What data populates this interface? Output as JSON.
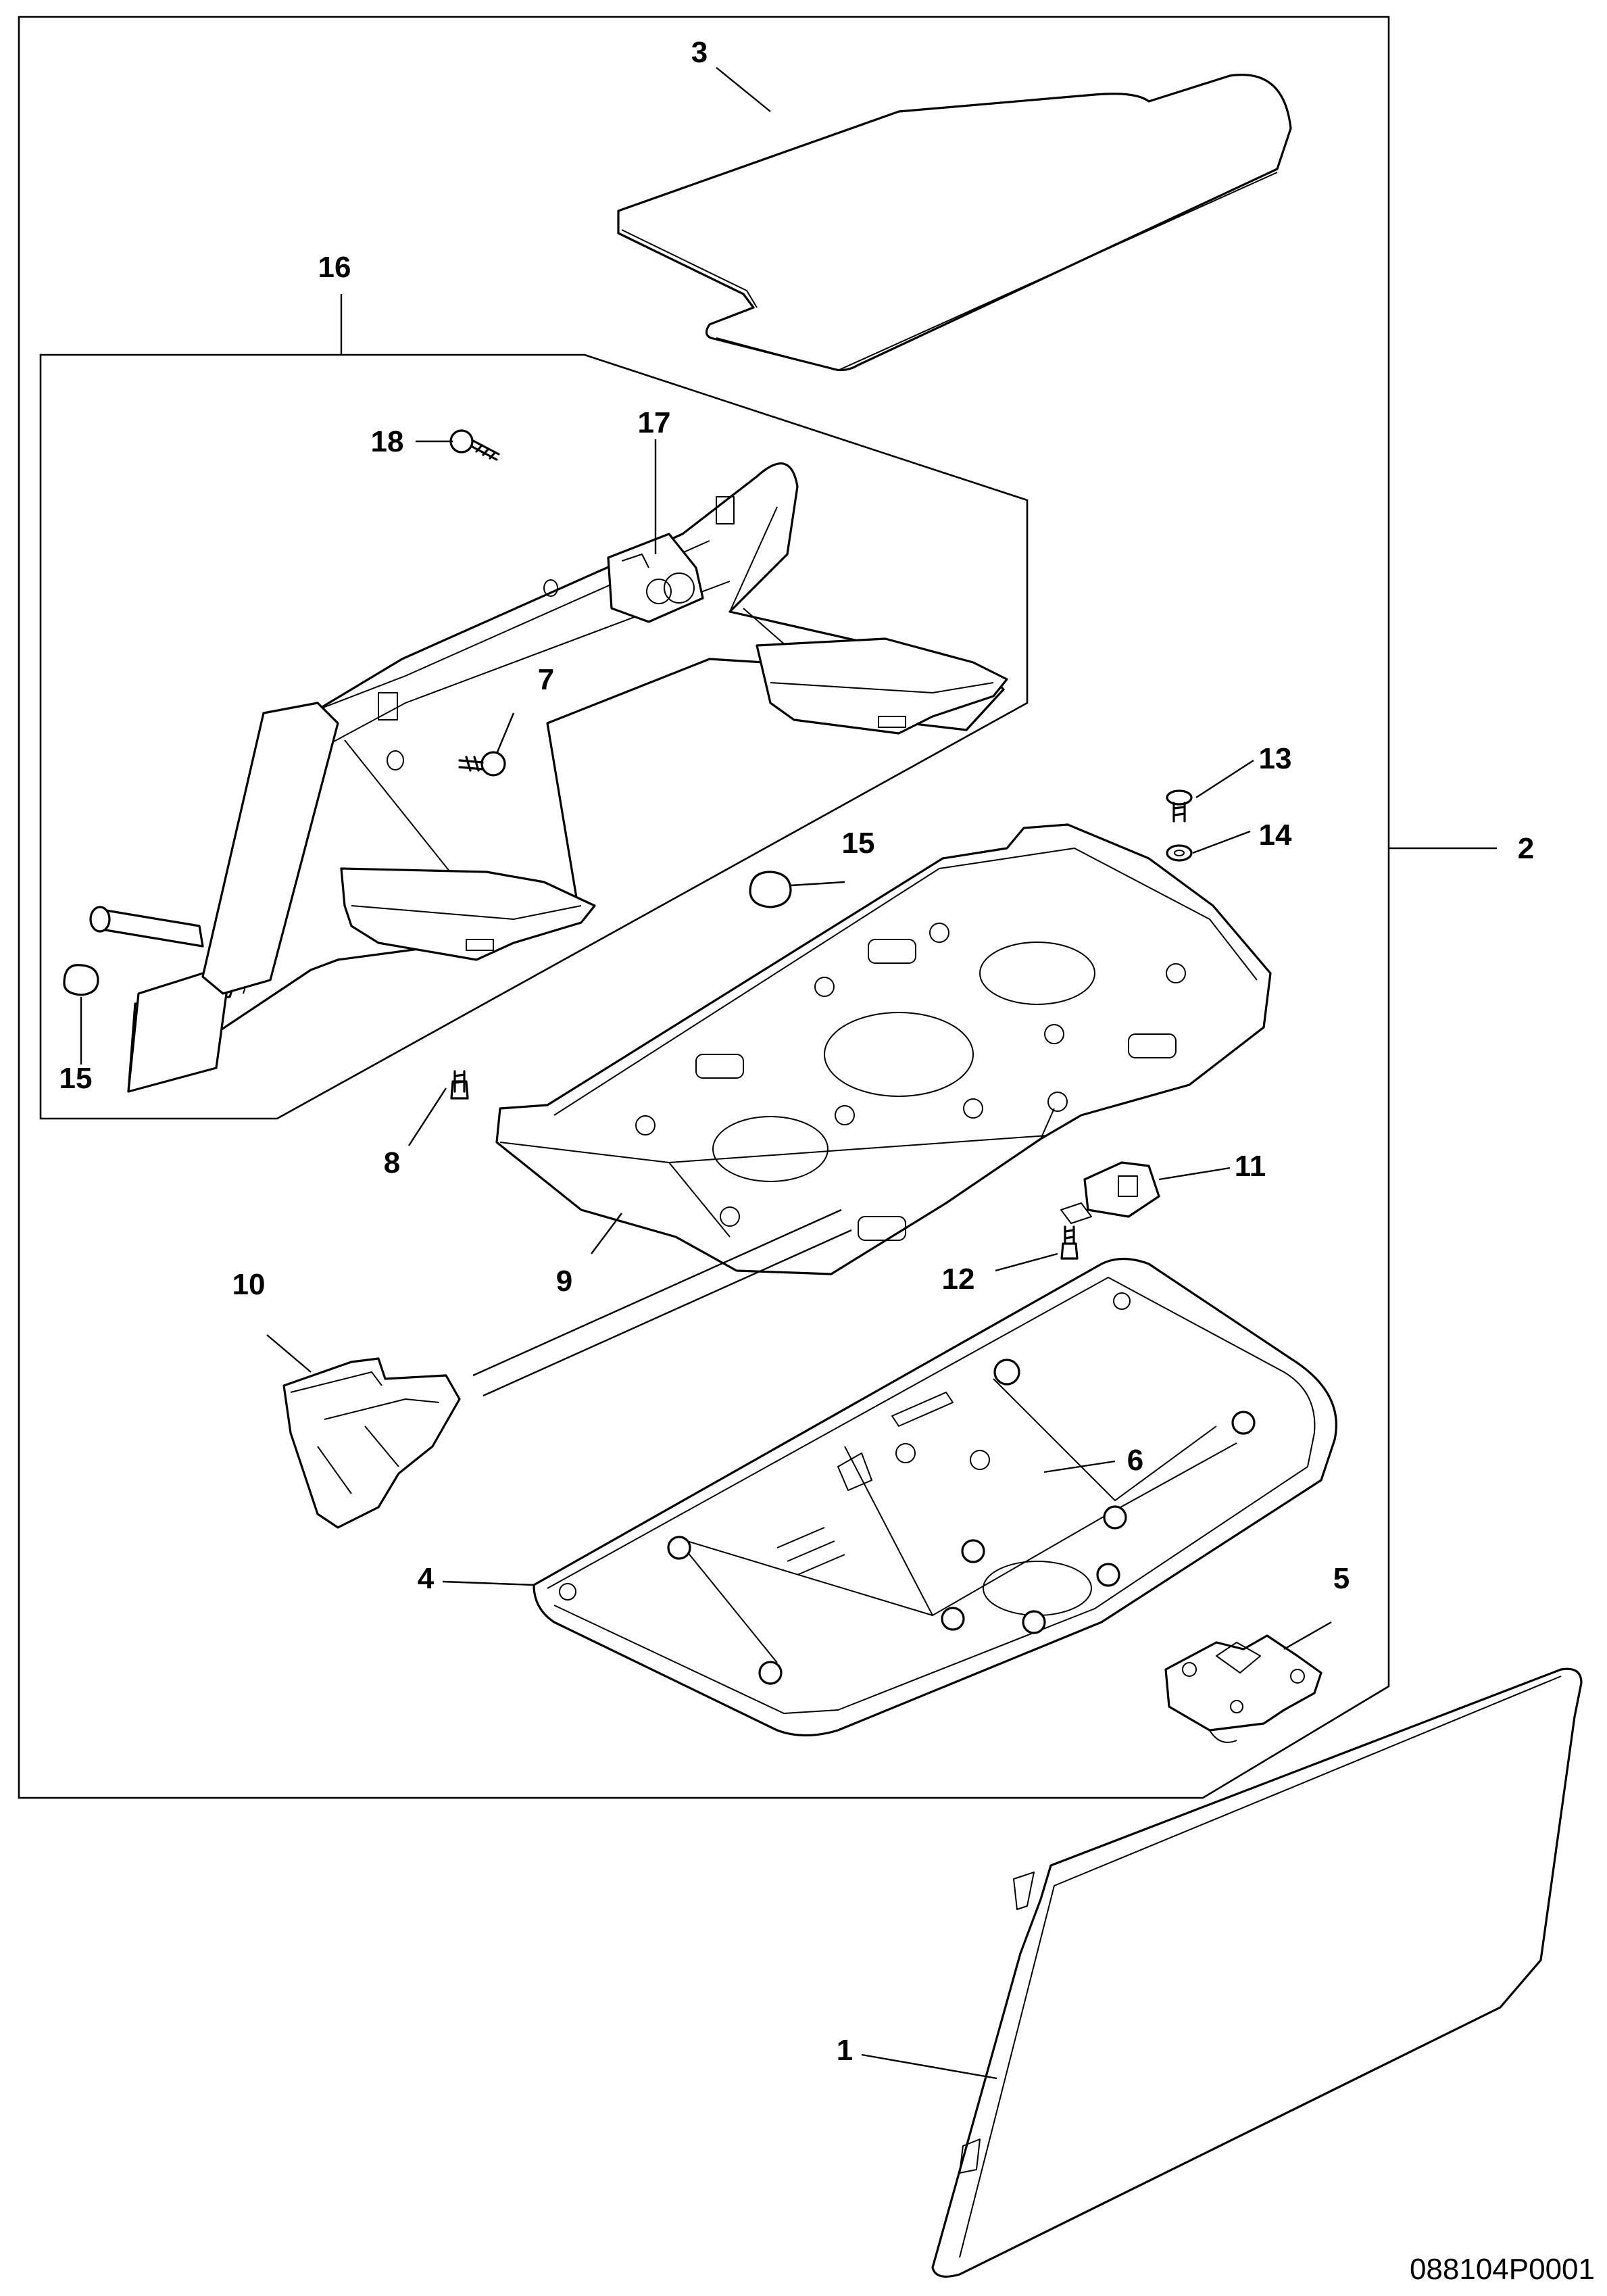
{
  "figure_id": "088104P0001",
  "callouts": {
    "c1": "1",
    "c2": "2",
    "c3": "3",
    "c4": "4",
    "c5": "5",
    "c6": "6",
    "c7": "7",
    "c8": "8",
    "c9": "9",
    "c10": "10",
    "c11": "11",
    "c12": "12",
    "c13": "13",
    "c14": "14",
    "c15a": "15",
    "c15b": "15",
    "c16": "16",
    "c17": "17",
    "c18": "18"
  },
  "colors": {
    "line": "#000000",
    "background": "#ffffff"
  }
}
